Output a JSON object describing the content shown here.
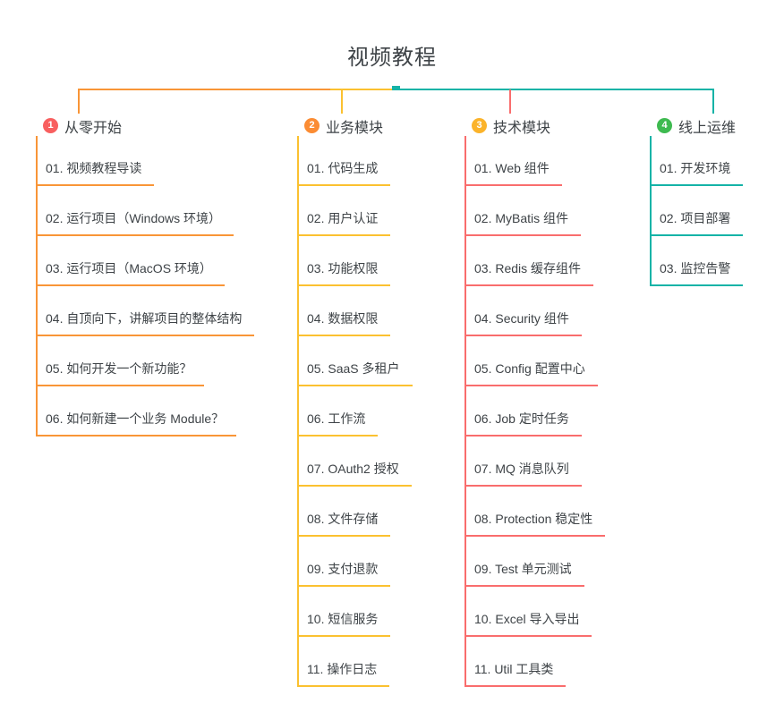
{
  "title": "视频教程",
  "colors": {
    "background": "#ffffff",
    "text": "#3e4347"
  },
  "branches": [
    {
      "badge": "1",
      "label": "从零开始",
      "badge_color": "#f85f5f",
      "line_color": "#f99537",
      "items": [
        "01. 视频教程导读",
        "02. 运行项目（Windows 环境）",
        "03. 运行项目（MacOS 环境）",
        "04. 自顶向下，讲解项目的整体结构",
        "05. 如何开发一个新功能？",
        "06. 如何新建一个业务 Module？"
      ]
    },
    {
      "badge": "2",
      "label": "业务模块",
      "badge_color": "#fb8c33",
      "line_color": "#fbc130",
      "items": [
        "01. 代码生成",
        "02. 用户认证",
        "03. 功能权限",
        "04. 数据权限",
        "05. SaaS 多租户",
        "06. 工作流",
        "07. OAuth2 授权",
        "08. 文件存储",
        "09. 支付退款",
        "10. 短信服务",
        "11. 操作日志"
      ]
    },
    {
      "badge": "3",
      "label": "技术模块",
      "badge_color": "#fbb32a",
      "line_color": "#f96d6d",
      "items": [
        "01. Web 组件",
        "02. MyBatis 组件",
        "03. Redis 缓存组件",
        "04. Security 组件",
        "05. Config 配置中心",
        "06. Job 定时任务",
        "07. MQ 消息队列",
        "08. Protection 稳定性",
        "09. Test 单元测试",
        "10. Excel 导入导出",
        "11. Util 工具类"
      ]
    },
    {
      "badge": "4",
      "label": "线上运维",
      "badge_color": "#3eba50",
      "line_color": "#15b3a7",
      "items": [
        "01. 开发环境",
        "02. 项目部署",
        "03. 监控告警"
      ]
    }
  ]
}
